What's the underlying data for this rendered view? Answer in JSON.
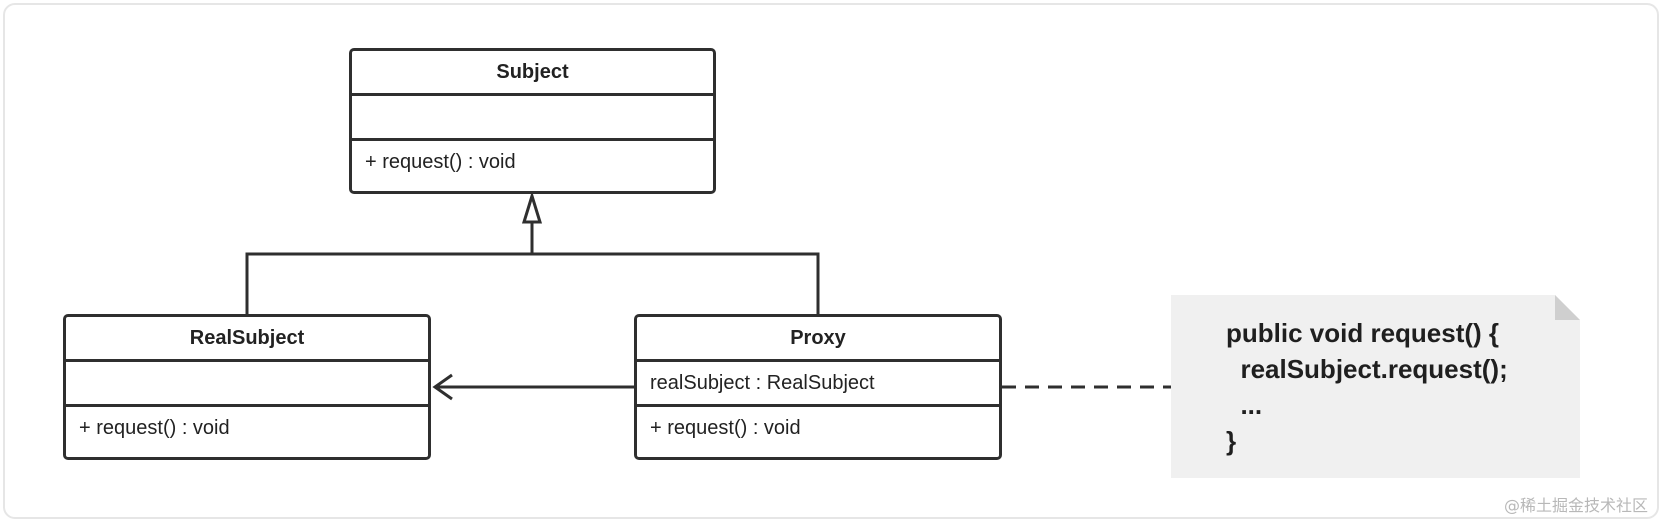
{
  "diagram": {
    "classes": {
      "subject": {
        "name": "Subject",
        "attributes": "",
        "operations": "+ request() : void"
      },
      "real_subject": {
        "name": "RealSubject",
        "attributes": "",
        "operations": "+ request() : void"
      },
      "proxy": {
        "name": "Proxy",
        "attributes": "realSubject : RealSubject",
        "operations": "+ request() : void"
      }
    },
    "relationships": [
      {
        "from": "RealSubject",
        "to": "Subject",
        "kind": "realization"
      },
      {
        "from": "Proxy",
        "to": "Subject",
        "kind": "realization"
      },
      {
        "from": "Proxy",
        "to": "RealSubject",
        "kind": "association"
      },
      {
        "from": "Proxy",
        "to": "note",
        "kind": "note-anchor"
      }
    ],
    "note": {
      "code": "public void request() {\n  realSubject.request();\n  ...\n}"
    }
  },
  "watermark": "@稀土掘金技术社区",
  "colors": {
    "line": "#2f2f2f",
    "note_background": "#f0f0f0",
    "note_fold": "#cfcfcf",
    "watermark": "#b8b8b8"
  }
}
